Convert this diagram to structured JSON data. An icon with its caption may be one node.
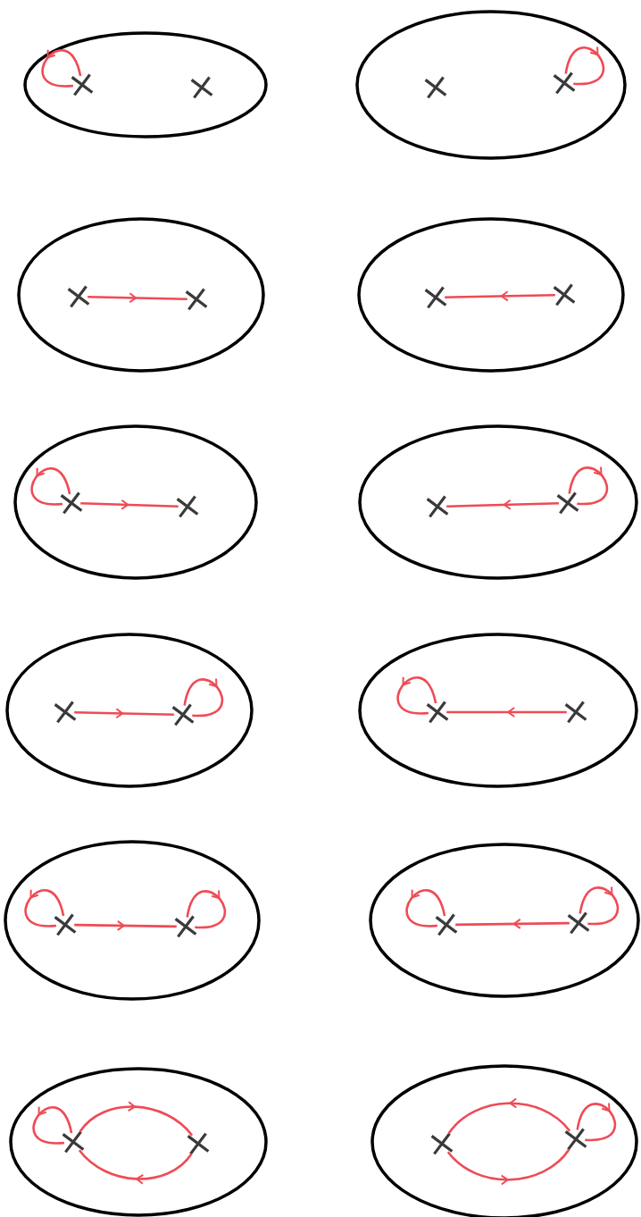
{
  "diagram": {
    "nodes": [
      {
        "text": [],
        "shape": "ellipse"
      },
      {
        "text": [],
        "shape": "cross",
        "in": 0
      },
      {
        "text": [],
        "shape": "cross",
        "in": 0
      },
      {
        "text": [],
        "shape": "ellipse"
      },
      {
        "text": [],
        "shape": "cross",
        "in": 3
      },
      {
        "text": [],
        "shape": "cross",
        "in": 3
      },
      {
        "text": [],
        "shape": "ellipse"
      },
      {
        "text": [],
        "shape": "cross",
        "in": 6
      },
      {
        "text": [],
        "shape": "cross",
        "in": 6
      },
      {
        "text": [],
        "shape": "ellipse"
      },
      {
        "text": [],
        "shape": "cross",
        "in": 9
      },
      {
        "text": [],
        "shape": "cross",
        "in": 9
      },
      {
        "text": [],
        "shape": "ellipse"
      },
      {
        "text": [],
        "shape": "cross",
        "in": 12
      },
      {
        "text": [],
        "shape": "cross",
        "in": 12
      },
      {
        "text": [],
        "shape": "ellipse"
      },
      {
        "text": [],
        "shape": "cross",
        "in": 15
      },
      {
        "text": [],
        "shape": "cross",
        "in": 15
      },
      {
        "text": [],
        "shape": "ellipse"
      },
      {
        "text": [],
        "shape": "cross",
        "in": 18
      },
      {
        "text": [],
        "shape": "cross",
        "in": 18
      },
      {
        "text": [],
        "shape": "ellipse"
      },
      {
        "text": [],
        "shape": "cross",
        "in": 21
      },
      {
        "text": [],
        "shape": "cross",
        "in": 21
      },
      {
        "text": [],
        "shape": "ellipse"
      },
      {
        "text": [],
        "shape": "cross",
        "in": 24
      },
      {
        "text": [],
        "shape": "cross",
        "in": 24
      },
      {
        "text": [],
        "shape": "ellipse"
      },
      {
        "text": [],
        "shape": "cross",
        "in": 27
      },
      {
        "text": [],
        "shape": "cross",
        "in": 27
      },
      {
        "text": [],
        "shape": "ellipse"
      },
      {
        "text": [],
        "shape": "cross",
        "in": 30
      },
      {
        "text": [],
        "shape": "cross",
        "in": 30
      },
      {
        "text": [],
        "shape": "ellipse"
      },
      {
        "text": [],
        "shape": "cross",
        "in": 33
      },
      {
        "text": [],
        "shape": "cross",
        "in": 33
      }
    ],
    "edges": [
      {
        "from": 1,
        "to": 1,
        "arrow": "to"
      },
      {
        "from": 5,
        "to": 5,
        "arrow": "to"
      },
      {
        "from": 7,
        "to": 8,
        "arrow": "to"
      },
      {
        "from": 11,
        "to": 10,
        "arrow": "to"
      },
      {
        "from": 13,
        "to": 13,
        "arrow": "to"
      },
      {
        "from": 13,
        "to": 14,
        "arrow": "to"
      },
      {
        "from": 17,
        "to": 17,
        "arrow": "to"
      },
      {
        "from": 17,
        "to": 16,
        "arrow": "to"
      },
      {
        "from": 19,
        "to": 20,
        "arrow": "to"
      },
      {
        "from": 20,
        "to": 20,
        "arrow": "to"
      },
      {
        "from": 22,
        "to": 22,
        "arrow": "to"
      },
      {
        "from": 23,
        "to": 22,
        "arrow": "to"
      },
      {
        "from": 25,
        "to": 25,
        "arrow": "to"
      },
      {
        "from": 26,
        "to": 26,
        "arrow": "to"
      },
      {
        "from": 25,
        "to": 26,
        "arrow": "to"
      },
      {
        "from": 28,
        "to": 28,
        "arrow": "to"
      },
      {
        "from": 29,
        "to": 29,
        "arrow": "to"
      },
      {
        "from": 29,
        "to": 28,
        "arrow": "to"
      },
      {
        "from": 31,
        "to": 31,
        "arrow": "to"
      },
      {
        "from": 31,
        "to": 32,
        "arrow": "to"
      },
      {
        "from": 32,
        "to": 31,
        "arrow": "to"
      },
      {
        "from": 35,
        "to": 35,
        "arrow": "to"
      },
      {
        "from": 35,
        "to": 34,
        "arrow": "to"
      },
      {
        "from": 34,
        "to": 35,
        "arrow": "to"
      }
    ]
  }
}
